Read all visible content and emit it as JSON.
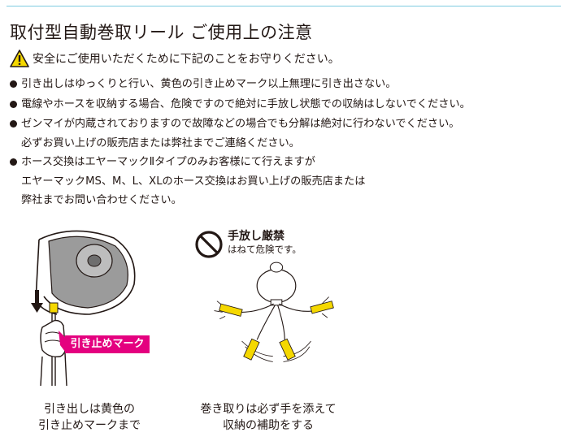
{
  "title": "取付型自動巻取リール ご使用上の注意",
  "warning": {
    "text": "安全にご使用いただくために下記のことをお守りください。"
  },
  "notes": [
    {
      "lines": [
        "引き出しはゆっくりと行い、黄色の引き止めマーク以上無理に引き出さない。"
      ]
    },
    {
      "lines": [
        "電線やホースを収納する場合、危険ですので絶対に手放し状態での収納はしないでください。"
      ]
    },
    {
      "lines": [
        "ゼンマイが内蔵されておりますので故障などの場合でも分解は絶対に行わないでください。",
        "必ずお買い上げの販売店または弊社までご連絡ください。"
      ]
    },
    {
      "lines": [
        "ホース交換はエヤーマックⅡタイプのみお客様にて行えますが",
        "エヤーマックMS、M、L、XLのホース交換はお買い上げの販売店または",
        "弊社までお問い合わせください。"
      ]
    }
  ],
  "figure_left": {
    "mark_label": "引き止めマーク",
    "caption": [
      "引き出しは黄色の",
      "引き止めマークまで"
    ]
  },
  "figure_right": {
    "prohibit_title": "手放し厳禁",
    "prohibit_sub": "はねて危険です。",
    "caption": [
      "巻き取りは必ず手を添えて",
      "収納の補助をする"
    ]
  },
  "colors": {
    "accent_rule": "#7ecbe0",
    "mark_label_bg": "#e4007f",
    "warning_yellow": "#f5d800",
    "reel_gray": "#9b9b9b"
  }
}
